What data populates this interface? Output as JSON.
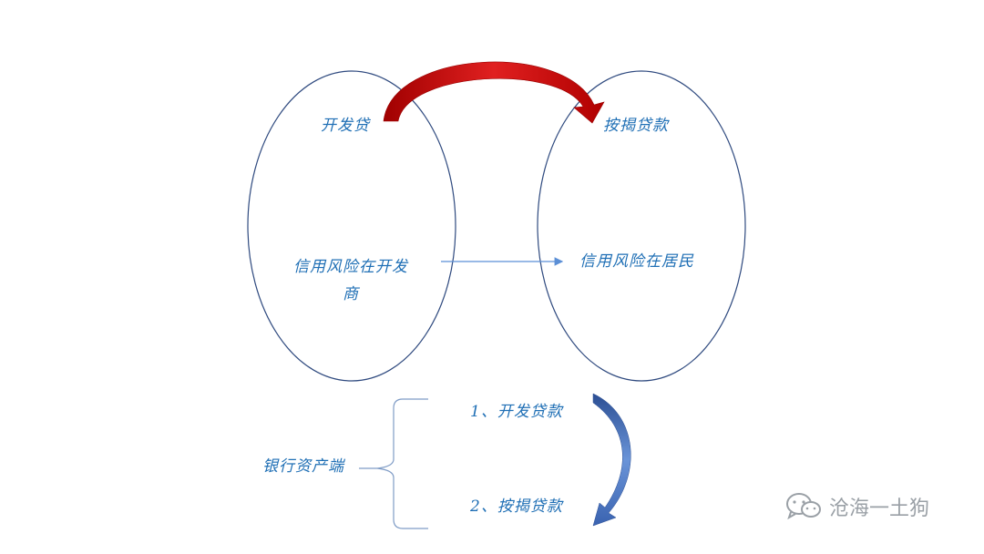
{
  "left_ellipse": {
    "top_label": "开发贷",
    "risk_label_line1": "信用风险在开发",
    "risk_label_line2": "商"
  },
  "right_ellipse": {
    "top_label": "按揭贷款",
    "risk_label": "信用风险在居民"
  },
  "bank_assets": {
    "label": "银行资产端",
    "item1": "1、开发贷款",
    "item2": "2、按揭贷款"
  },
  "watermark": {
    "text": "沧海一土狗",
    "icon": "wechat-icon"
  },
  "colors": {
    "ellipse_stroke": "#2f4a7f",
    "text": "#1f6fb5",
    "red_arrow": "#d40f0f",
    "blue_arrow": "#4472c4",
    "thin_arrow": "#5b8fd6",
    "brace": "#7f9cc6"
  }
}
